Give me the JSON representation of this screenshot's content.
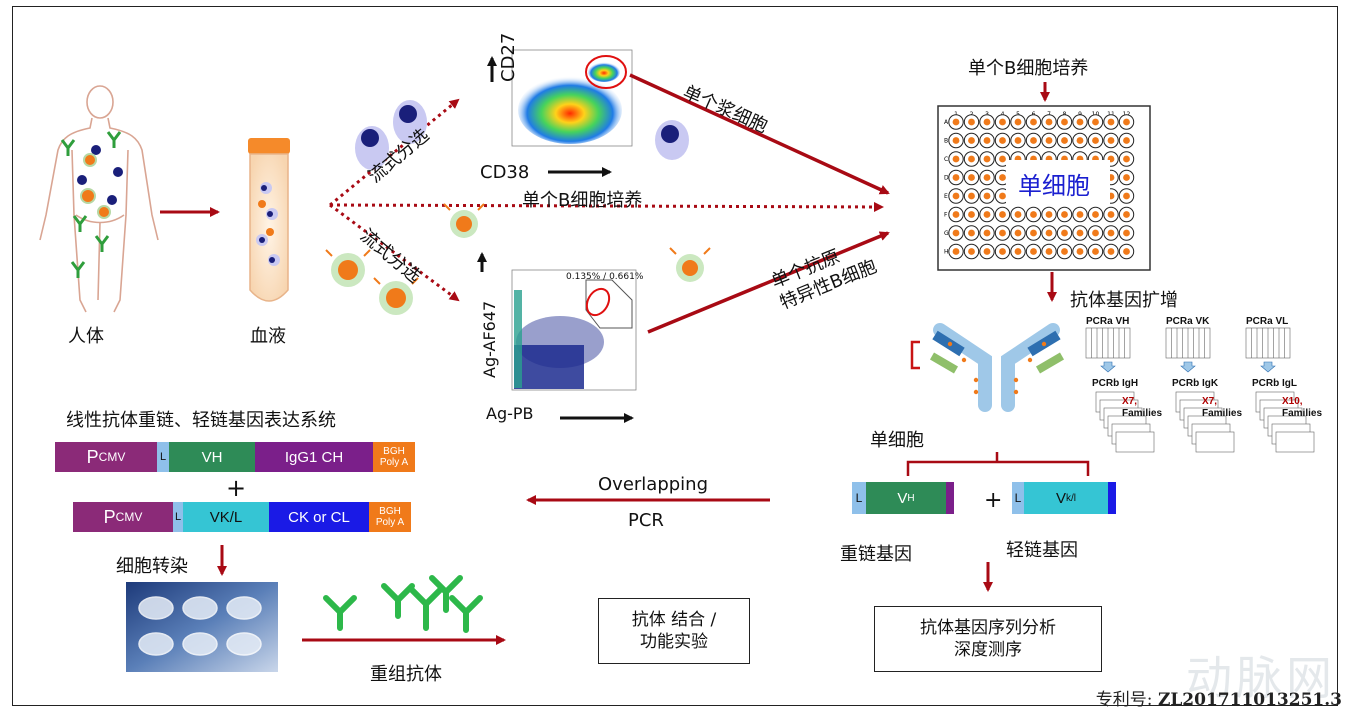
{
  "labels": {
    "human": "人体",
    "blood": "血液",
    "flow_sort_1": "流式分选",
    "flow_sort_2": "流式分选",
    "single_plasma": "单个浆细胞",
    "single_b_culture_mid": "单个B细胞培养",
    "single_b_culture_top": "单个B细胞培养",
    "antigen_specific_b": [
      "单个抗原",
      "特异性B细胞"
    ],
    "single_cell_plate": "单细胞",
    "ab_gene_amplify": "抗体基因扩增",
    "single_cell_mid": "单细胞",
    "heavy_gene": "重链基因",
    "light_gene": "轻链基因",
    "overlapping": "Overlapping",
    "pcr": "PCR",
    "seq_analysis": [
      "抗体基因序列分析",
      "深度测序"
    ],
    "expression_system": "线性抗体重链、轻链基因表达系统",
    "transfection": "细胞转染",
    "recombinant_ab": "重组抗体",
    "binding_assay": [
      "抗体 结合 /",
      "功能实验"
    ],
    "patent_prefix": "专利号: ",
    "patent_number": "ZL201711013251.3"
  },
  "flow_plot_top": {
    "y_axis": "CD27",
    "x_axis": "CD38"
  },
  "flow_plot_bottom": {
    "y_axis": "Ag-AF647",
    "x_axis": "Ag-PB",
    "gate_text": "0.135% / 0.661%"
  },
  "plate": {
    "columns": [
      "1",
      "2",
      "3",
      "4",
      "5",
      "6",
      "7",
      "8",
      "9",
      "10",
      "11",
      "12"
    ],
    "rows": [
      "A",
      "B",
      "C",
      "D",
      "E",
      "F",
      "G",
      "H"
    ]
  },
  "pcr_panels": [
    {
      "pcr_a": "PCRa VH",
      "pcr_b": "PCRb IgH",
      "count": "X7,",
      "families": "Families"
    },
    {
      "pcr_a": "PCRa VK",
      "pcr_b": "PCRb IgK",
      "count": "X7,",
      "families": "Families"
    },
    {
      "pcr_a": "PCRa VL",
      "pcr_b": "PCRb IgL",
      "count": "X10,",
      "families": "Families"
    }
  ],
  "heavy_cassette": {
    "promoter": "P",
    "promoter_sub": "CMV",
    "leader": "L",
    "vh": "VH",
    "const": "IgG1 CH",
    "polya": [
      "BGH",
      "Poly A"
    ]
  },
  "light_cassette": {
    "promoter": "P",
    "promoter_sub": "CMV",
    "leader": "L",
    "vl": "VK/L",
    "const": "CK or CL",
    "polya": [
      "BGH",
      "Poly A"
    ]
  },
  "plus": "+",
  "vh_gene": {
    "leader": "L",
    "v": "V",
    "v_sub": "H"
  },
  "vl_gene": {
    "leader": "L",
    "v": "V",
    "v_sub": "k/l"
  },
  "colors": {
    "arrow_red": "#a80a14",
    "promoter": "#8b2a78",
    "vh": "#2e8b57",
    "igg": "#7b1f8a",
    "polya": "#f07a1a",
    "vl": "#35c5d4",
    "ck": "#1a1ae6",
    "leader": "#8fc0ea"
  },
  "watermark": "动脉网"
}
